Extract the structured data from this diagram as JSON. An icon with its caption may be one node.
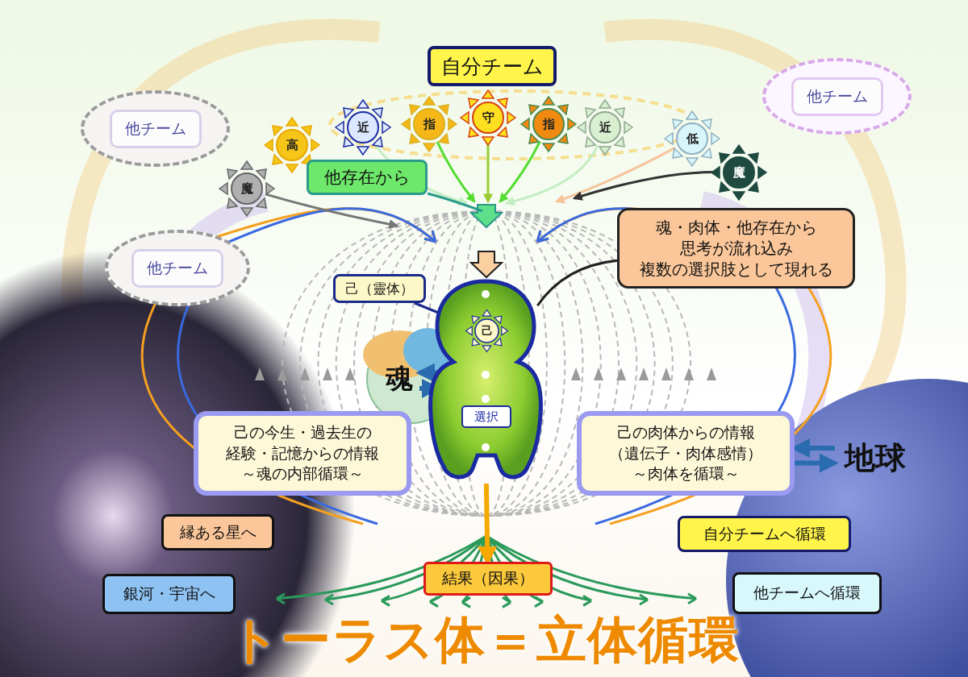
{
  "diagram": {
    "title": "トーラス体＝立体循環",
    "nodes": [
      {
        "text": [
          "自分チーム"
        ]
      },
      {
        "text": [
          "他チーム"
        ]
      },
      {
        "text": [
          "他チーム"
        ]
      },
      {
        "text": [
          "高"
        ]
      },
      {
        "text": [
          "近"
        ]
      },
      {
        "text": [
          "指"
        ]
      },
      {
        "text": [
          "守"
        ]
      },
      {
        "text": [
          "指"
        ]
      },
      {
        "text": [
          "近"
        ]
      },
      {
        "text": [
          "低"
        ]
      },
      {
        "text": [
          "魔"
        ]
      },
      {
        "text": [
          "魔"
        ]
      },
      {
        "text": [
          "他存在から"
        ]
      },
      {
        "text": [
          "他チーム"
        ]
      },
      {
        "text": [
          "魂・肉体・他存在から思考が流れ込み複数の選択肢として現れる"
        ]
      },
      {
        "text": [
          "己（靈体）"
        ]
      },
      {
        "text": [],
        "shape": "person"
      },
      {
        "text": [
          "己"
        ],
        "in": 16
      },
      {
        "text": [
          "選択"
        ],
        "in": 16
      },
      {
        "text": [
          "魂"
        ]
      },
      {
        "text": [
          "己の今生・過去生の経験・記憶からの情報～魂の内部循環～"
        ]
      },
      {
        "text": [
          "己の肉体からの情報（遺伝子・肉体感情）～肉体を循環～"
        ]
      },
      {
        "text": [
          "地球"
        ]
      },
      {
        "text": [
          "縁ある星へ"
        ]
      },
      {
        "text": [
          "自分チームへ循環"
        ]
      },
      {
        "text": [
          "銀河・宇宙へ"
        ]
      },
      {
        "text": [
          "結果（因果）"
        ]
      },
      {
        "text": [
          "他チームへ循環"
        ]
      }
    ],
    "edges": [
      {
        "from": 5,
        "to": null,
        "arrow": "to",
        "color": "#55dd33"
      },
      {
        "from": 6,
        "to": null,
        "arrow": "to",
        "color": "#99cc33"
      },
      {
        "from": 7,
        "to": null,
        "arrow": "to",
        "color": "#55dd33"
      },
      {
        "from": 4,
        "to": null,
        "arrow": "to",
        "color": "#c4eec4"
      },
      {
        "from": 8,
        "to": null,
        "arrow": "to",
        "color": "#c4eec4"
      },
      {
        "from": 9,
        "to": null,
        "arrow": "to",
        "color": "#f5c49a"
      },
      {
        "from": 10,
        "to": null,
        "arrow": "to",
        "color": "#777777"
      },
      {
        "from": 11,
        "to": null,
        "arrow": "to",
        "color": "#333333"
      },
      {
        "from": 12,
        "to": null,
        "arrow": "none",
        "color": "#2a9a8a"
      },
      {
        "from": 14,
        "to": 16,
        "arrow": "none",
        "color": "#222222"
      },
      {
        "from": 15,
        "to": 17,
        "arrow": "none",
        "color": "#1a2a8a"
      },
      {
        "from": 16,
        "to": 19,
        "arrow": "to",
        "style": "thick",
        "color": "#2b6cb0"
      },
      {
        "from": 19,
        "to": 16,
        "arrow": "to",
        "style": "thick",
        "color": "#2b6cb0"
      },
      {
        "from": 22,
        "to": 21,
        "arrow": "to",
        "style": "thick",
        "color": "#2b6cb0"
      },
      {
        "from": 21,
        "to": 22,
        "arrow": "to",
        "style": "thick",
        "color": "#2b6cb0"
      },
      {
        "from": 16,
        "to": 26,
        "arrow": "to",
        "style": "thick",
        "color": "#f5a800"
      }
    ]
  }
}
